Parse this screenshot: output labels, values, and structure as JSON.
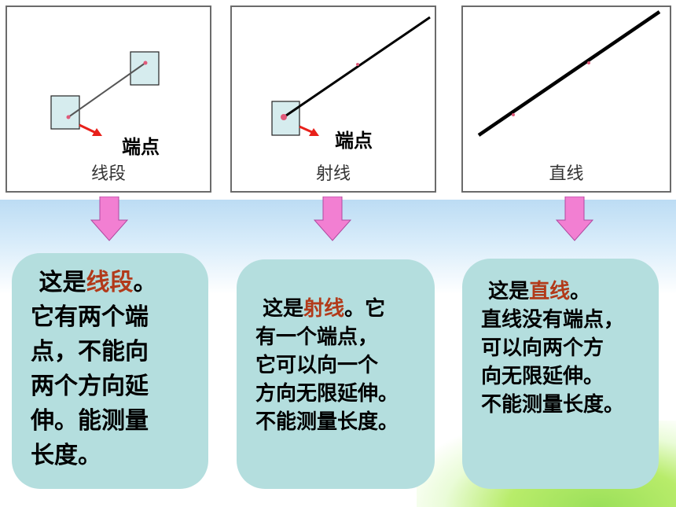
{
  "panels": [
    {
      "caption": "线段",
      "endpoint_label": "端点"
    },
    {
      "caption": "射线",
      "endpoint_label": "端点"
    },
    {
      "caption": "直线"
    }
  ],
  "cards": [
    {
      "prefix": "这是",
      "highlight": "线段",
      "suffix": "。",
      "lines": [
        "它有两个端",
        "点，不能向",
        "两个方向延",
        "伸。能测量",
        "长度。"
      ]
    },
    {
      "prefix": "这是",
      "highlight": "射线",
      "suffix": "。它",
      "lines": [
        "有一个端点，",
        "它可以向一个",
        "方向无限延伸。",
        "不能测量长度。"
      ]
    },
    {
      "prefix": "这是",
      "highlight": "直线",
      "suffix": "。",
      "lines": [
        "直线没有端点，",
        "可以向两个方",
        "向无限延伸。",
        "不能测量长度。"
      ]
    }
  ],
  "colors": {
    "highlight": "#b23a1a",
    "card_bg": "#b4dede",
    "arrow": "#f27fd2",
    "pointer": "#e8201a"
  }
}
